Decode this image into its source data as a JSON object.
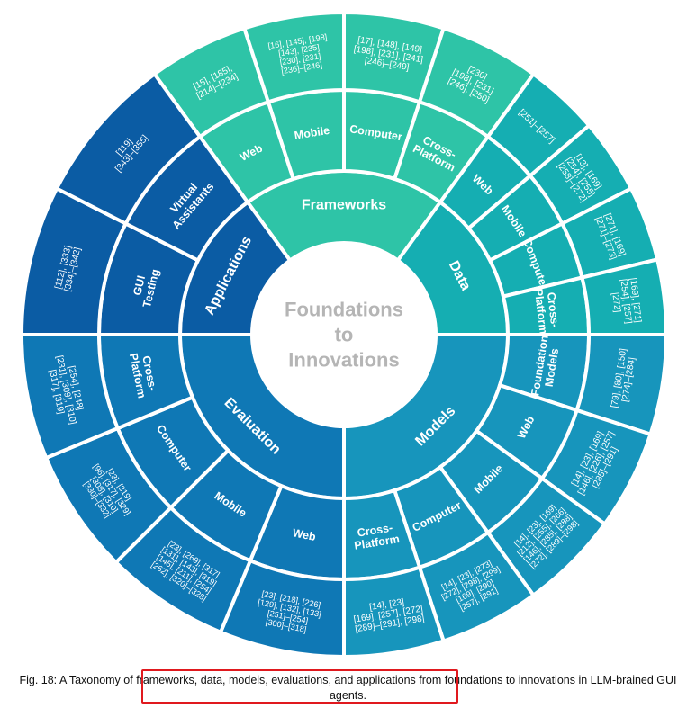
{
  "center": {
    "lines": [
      "Foundations",
      "to",
      "Innovations"
    ]
  },
  "colors": {
    "ring_stroke": "#ffffff",
    "text": "#ffffff",
    "center_text": "#b5b5b5",
    "highlight": "#e0191e"
  },
  "categories": [
    {
      "name": "Frameworks",
      "label_lines": [
        "Frameworks"
      ],
      "color": "#2ec4a7",
      "children": [
        {
          "label_lines": [
            "Web"
          ],
          "refs_lines": [
            "[15], [185],",
            "[214]–[234]"
          ]
        },
        {
          "label_lines": [
            "Mobile"
          ],
          "refs_lines": [
            "[16], [145], [198]",
            "[143], [235]",
            "[230], [231]",
            "[236]–[246]"
          ]
        },
        {
          "label_lines": [
            "Computer"
          ],
          "refs_lines": [
            "[17], [148], [149]",
            "[198], [231], [241]",
            "[246]–[249]"
          ]
        },
        {
          "label_lines": [
            "Cross-",
            "Platform"
          ],
          "refs_lines": [
            "[230]",
            "[198], [231]",
            "[246], [250]"
          ]
        }
      ]
    },
    {
      "name": "Data",
      "label_lines": [
        "Data"
      ],
      "color": "#15aeb2",
      "children": [
        {
          "label_lines": [
            "Web"
          ],
          "refs_lines": [
            "[251]–[257]"
          ]
        },
        {
          "label_lines": [
            "Mobile"
          ],
          "refs_lines": [
            "[13], [169]",
            "[254], [255]",
            "[258]–[272]"
          ]
        },
        {
          "label_lines": [
            "Computer"
          ],
          "refs_lines": [
            "[271], [169]",
            "[271]–[273]"
          ]
        },
        {
          "label_lines": [
            "Cross-",
            "Platform"
          ],
          "refs_lines": [
            "[169], [271]",
            "[254], [257]",
            "[272]"
          ]
        }
      ]
    },
    {
      "name": "Models",
      "label_lines": [
        "Models"
      ],
      "color": "#1795bc",
      "children": [
        {
          "label_lines": [
            "Foundation",
            "Models"
          ],
          "refs_lines": [
            "[79], [80], [150]",
            "[274]–[284]"
          ]
        },
        {
          "label_lines": [
            "Web"
          ],
          "refs_lines": [
            "[14], [23], [169]",
            "[146], [226], [257]",
            "[285]–[291]"
          ]
        },
        {
          "label_lines": [
            "Mobile"
          ],
          "refs_lines": [
            "[14], [23], [169]",
            "[212], [255], [266]",
            "[146], [285], [288]",
            "[272], [289]–[298]"
          ]
        },
        {
          "label_lines": [
            "Computer"
          ],
          "refs_lines": [
            "[14], [23], [273]",
            "[272], [298], [299]",
            "[169], [290]",
            "[257], [291]"
          ]
        },
        {
          "label_lines": [
            "Cross-",
            "Platform"
          ],
          "refs_lines": [
            "[14], [23]",
            "[169], [257], [272]",
            "[289]–[291], [298]"
          ]
        }
      ]
    },
    {
      "name": "Evaluation",
      "label_lines": [
        "Evaluation"
      ],
      "color": "#0f78b5",
      "children": [
        {
          "label_lines": [
            "Web"
          ],
          "refs_lines": [
            "[23], [218], [226]",
            "[129], [132], [133]",
            "[251]–[254]",
            "[300]–[318]"
          ]
        },
        {
          "label_lines": [
            "Mobile"
          ],
          "refs_lines": [
            "[23], [269], [317]",
            "[131], [143], [319]",
            "[145], [211], [254]",
            "[262], [320]–[328]"
          ]
        },
        {
          "label_lines": [
            "Computer"
          ],
          "refs_lines": [
            "[23], [319]",
            "[96], [317], [329]",
            "[308], [310]",
            "[330]–[332]"
          ]
        },
        {
          "label_lines": [
            "Cross-",
            "Platform"
          ],
          "refs_lines": [
            "[254], [248]",
            "[231], [309], [310]",
            "[317], [319]"
          ]
        }
      ]
    },
    {
      "name": "Applications",
      "label_lines": [
        "Applications"
      ],
      "color": "#0b5ca4",
      "children": [
        {
          "label_lines": [
            "GUI",
            "Testing"
          ],
          "refs_lines": [
            "[112], [333]",
            "[334]–[342]"
          ]
        },
        {
          "label_lines": [
            "Virtual",
            "Assistants"
          ],
          "refs_lines": [
            "[119]",
            "[343]–[355]"
          ]
        }
      ]
    }
  ],
  "caption": {
    "prefix": "Fig. 18: A Taxonomy of ",
    "highlighted": "frameworks, data, models, evaluations, and applications",
    "suffix": " from foundations to innovations in LLM-brained GUI agents."
  }
}
